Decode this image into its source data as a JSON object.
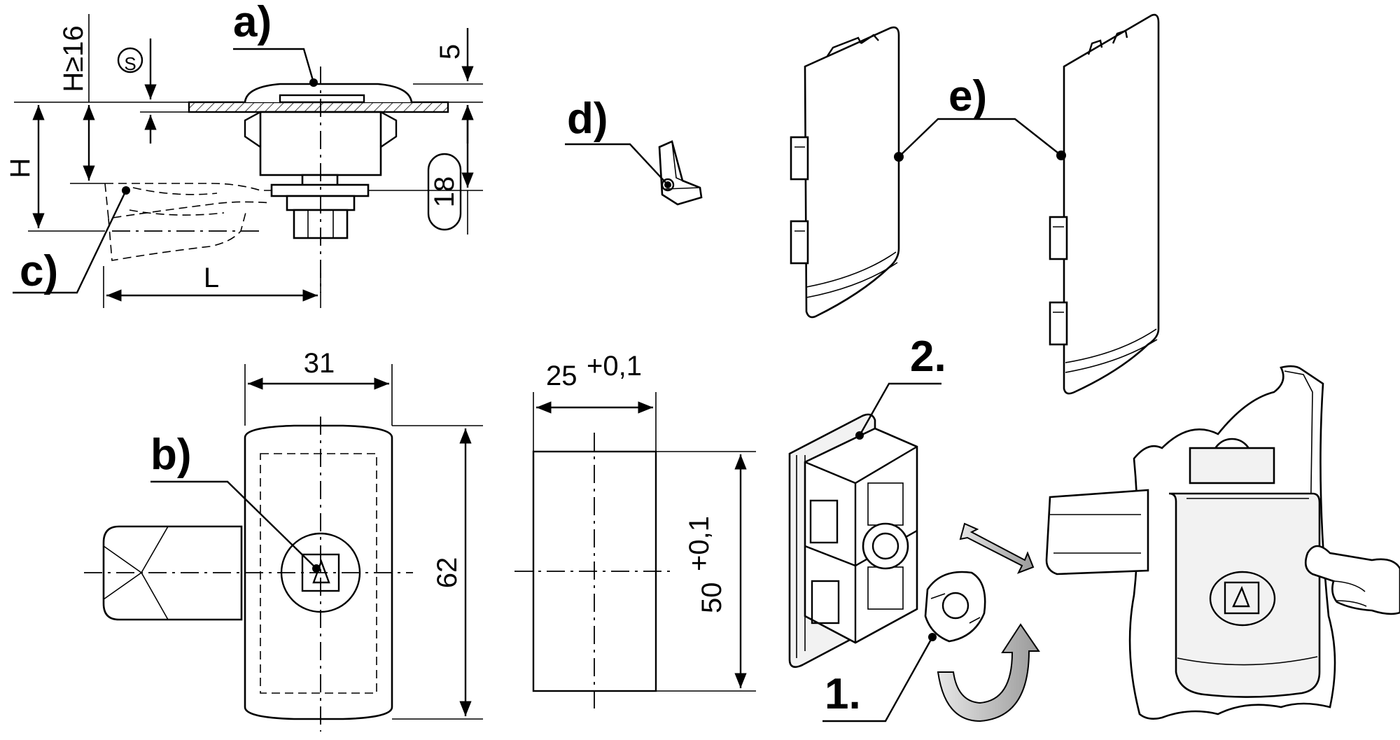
{
  "labels": {
    "a": "a)",
    "b": "b)",
    "c": "c)",
    "d": "d)",
    "e": "e)",
    "step1": "1.",
    "step2": "2."
  },
  "dimensions": {
    "h_min": "H≥16",
    "s": "S",
    "h": "H",
    "l": "L",
    "five": "5",
    "eighteen": "18",
    "width_31": "31",
    "height_62": "62",
    "cutout_width": "25",
    "cutout_width_tol": "+0,1",
    "cutout_height": "50",
    "cutout_height_tol": "+0,1"
  }
}
